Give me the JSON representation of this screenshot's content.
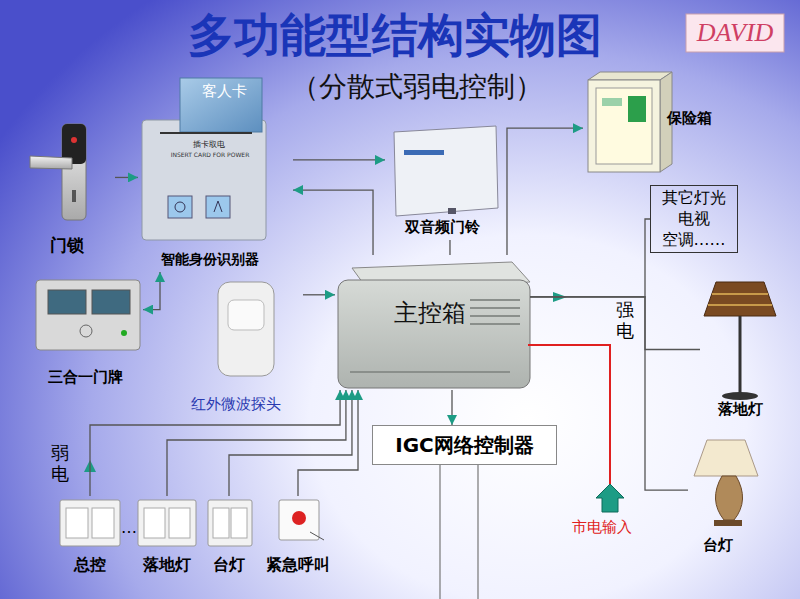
{
  "diagram": {
    "title": "多功能型结构实物图",
    "nodes": [
      {
        "text": [
          "门锁"
        ]
      },
      {
        "text": [
          "智能身份识别器"
        ]
      },
      {
        "text": [
          "双音频门铃"
        ]
      },
      {
        "text": [
          "保险箱"
        ]
      },
      {
        "text": [
          "三合一门牌"
        ]
      },
      {
        "text": [
          "红外微波探头"
        ]
      },
      {
        "text": [
          "主控箱"
        ]
      },
      {
        "text": [
          "其它灯光 电视 空调……"
        ]
      },
      {
        "text": [
          "落地灯"
        ]
      },
      {
        "text": [
          "IGC网络控制器"
        ]
      },
      {
        "text": [
          "总控"
        ]
      },
      {
        "text": [
          "落地灯"
        ]
      },
      {
        "text": [
          "台灯"
        ]
      },
      {
        "text": [
          "紧急呼叫"
        ]
      },
      {
        "text": [
          "台灯"
        ]
      }
    ],
    "edges": [
      {
        "from": 0,
        "to": 1,
        "arrow": "to"
      },
      {
        "from": 1,
        "to": 2,
        "arrow": "to"
      },
      {
        "from": 6,
        "to": 1,
        "arrow": "to"
      },
      {
        "from": 6,
        "to": 3,
        "arrow": "to"
      },
      {
        "from": 1,
        "to": 4,
        "arrow": "both"
      },
      {
        "from": 5,
        "to": 6,
        "arrow": "to"
      },
      {
        "from": 6,
        "to": 7,
        "arrow": "none"
      },
      {
        "from": 6,
        "to": 8,
        "arrow": "none"
      },
      {
        "from": 6,
        "to": 14,
        "arrow": "none"
      },
      {
        "from": 6,
        "to": 9,
        "arrow": "to"
      },
      {
        "from": 10,
        "to": 6,
        "arrow": "to"
      },
      {
        "from": 11,
        "to": 6,
        "arrow": "to"
      },
      {
        "from": 12,
        "to": 6,
        "arrow": "to"
      },
      {
        "from": 13,
        "to": 6,
        "arrow": "to"
      },
      {
        "from": 2,
        "to": 6,
        "arrow": "none"
      }
    ],
    "labels": [
      "（分散式弱电控制）",
      "DAVID",
      "客人卡",
      "插卡取电",
      "INSERT CARD FOR POWER",
      "强电",
      "弱电",
      "市电输入",
      "…"
    ]
  }
}
